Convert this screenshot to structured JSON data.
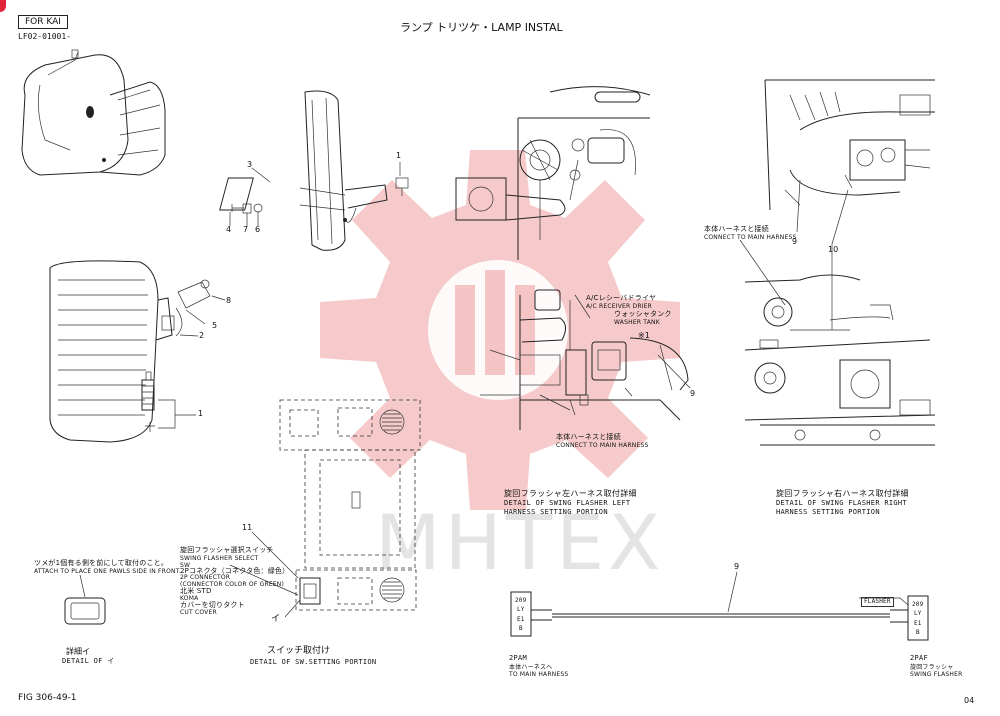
{
  "header": {
    "model_box": "FOR KAI",
    "doc_code": "LF02-01001-",
    "title": "ランプ トリツケ・LAMP INSTAL"
  },
  "footer": {
    "fig": "FIG 306-49-1",
    "page": "04"
  },
  "watermark": "МНТЕХ",
  "callouts": {
    "c1a": "1",
    "c3": "3",
    "c4": "4",
    "c7": "7",
    "c6": "6",
    "c8": "8",
    "c5": "5",
    "c2": "2",
    "c1b": "1",
    "c11": "11",
    "c9a": "9",
    "c9b": "9",
    "c10": "10",
    "c9c": "9",
    "cx1": "※1"
  },
  "notes": {
    "front_panel_jp": "ツメが1個有る側を前にして取付のこと。",
    "front_panel_en": "ATTACH TO PLACE ONE PAWLS SIDE IN FRONT.",
    "detail_i_jp": "詳細イ",
    "detail_i_en": "DETAIL OF イ",
    "switch_jp_1": "旋回フラッシャ選択スイッチ",
    "switch_en_1": "SWING FLASHER SELECT",
    "switch_en_1b": "SW",
    "switch_jp_2": "2Pコネクタ（コネクタ色：緑色）",
    "switch_en_2": "2P CONNECTOR",
    "switch_en_2b": "(CONNECTOR COLOR OF GREEN)",
    "switch_jp_3": "北米 STD",
    "switch_en_3": "KOMA",
    "switch_jp_4": "カバーを切りタクト",
    "switch_en_4": "CUT COVER",
    "switch_marker": "イ",
    "sw_detail_jp": "スイッチ取付け",
    "sw_detail_en": "DETAIL OF SW.SETTING PORTION",
    "ac_jp": "A/Cレシーバドライヤ",
    "ac_en": "A/C RECEIVER DRIER",
    "washer_jp": "ウォッシャタンク",
    "washer_en": "WASHER TANK",
    "main_harness_jp": "本体ハーネスと接続",
    "main_harness_en": "CONNECT TO MAIN HARNESS",
    "main_harness_jp_r": "本体ハーネスと接続",
    "main_harness_en_r": "CONNECT TO MAIN HARNESS",
    "left_detail_jp": "旋回フラッシャ左ハーネス取付詳細",
    "left_detail_en1": "DETAIL OF SWING FLASHER LEFT",
    "left_detail_en2": "HARNESS SETTING PORTION",
    "right_detail_jp": "旋回フラッシャ右ハーネス取付詳細",
    "right_detail_en1": "DETAIL OF SWING FLASHER RIGHT",
    "right_detail_en2": "HARNESS SETTING PORTION",
    "harness_flasher": "FLASHER",
    "conn_left_code": "2PAM",
    "conn_left_jp": "本体ハーネスへ",
    "conn_left_en": "TO MAIN HARNESS",
    "conn_right_code": "2PAF",
    "conn_right_jp": "旋回フラッシャ",
    "conn_right_en": "SWING FLASHER",
    "pin_l1": "209",
    "pin_l2": "LY",
    "pin_l3": "E1",
    "pin_l4": "B",
    "pin_r1": "209",
    "pin_r2": "LY",
    "pin_r3": "E1",
    "pin_r4": "B"
  }
}
